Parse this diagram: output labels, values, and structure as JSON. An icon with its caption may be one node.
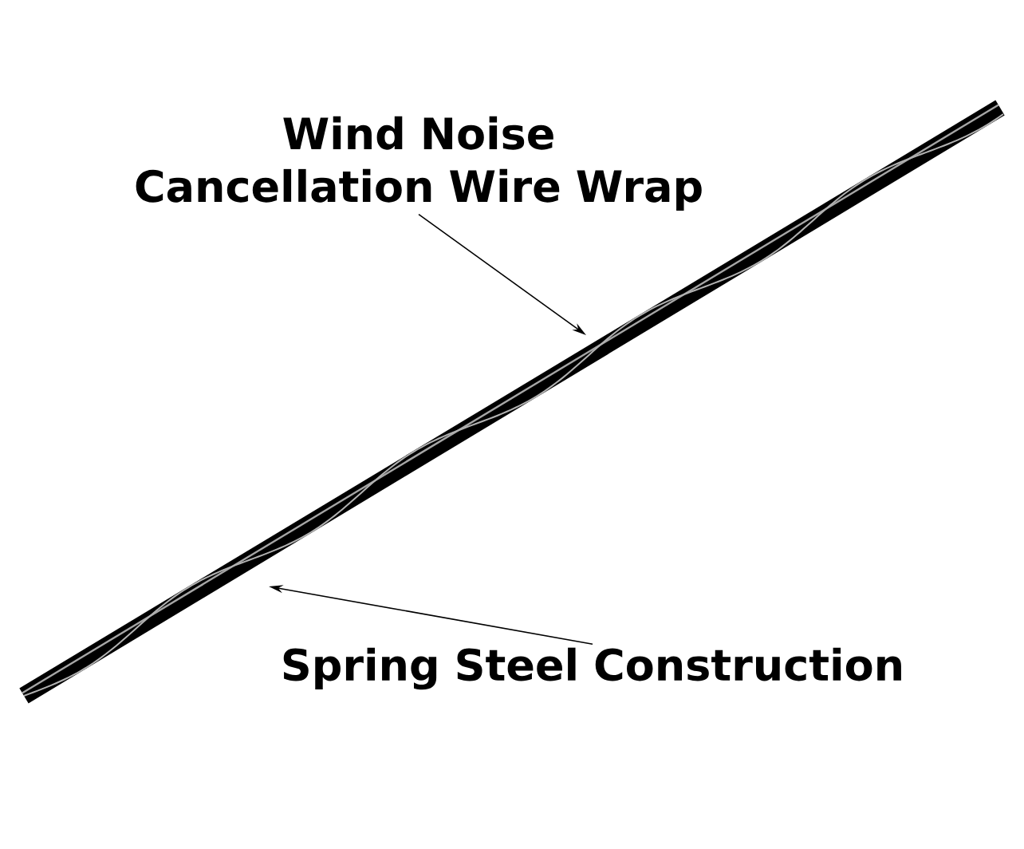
{
  "diagram": {
    "nodes": [
      {
        "text": [
          "Wind Noise Cancellation Wire Wrap"
        ]
      },
      {
        "text": [
          "Spring Steel Construction"
        ]
      }
    ],
    "edges": [
      {
        "from": 0,
        "to": null,
        "arrow": "to"
      },
      {
        "from": 1,
        "to": null,
        "arrow": "to"
      }
    ]
  }
}
